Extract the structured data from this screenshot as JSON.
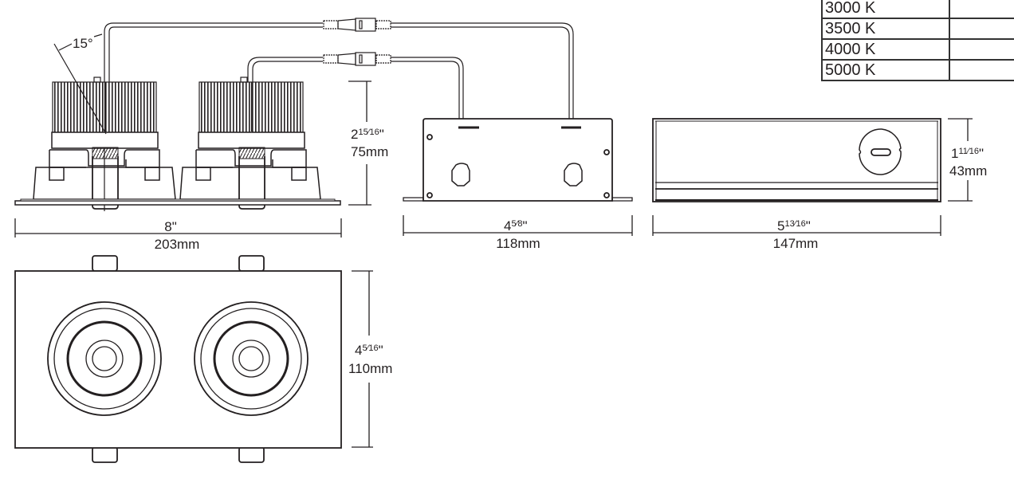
{
  "cct_table": {
    "rows": [
      {
        "cct": "3000 K",
        "value": ""
      },
      {
        "cct": "3500 K",
        "value": ""
      },
      {
        "cct": "4000 K",
        "value": ""
      },
      {
        "cct": "5000 K",
        "value": ""
      }
    ]
  },
  "tilt_angle": "15°",
  "fixture_side": {
    "height_in_whole": "2",
    "height_in_frac": "15⁄16",
    "height_in_unit": "\"",
    "height_mm": "75mm",
    "width_in": "8\"",
    "width_mm": "203mm"
  },
  "fixture_top": {
    "depth_in_whole": "4",
    "depth_in_frac": "5⁄16",
    "depth_in_unit": "\"",
    "depth_mm": "110mm"
  },
  "driver_front": {
    "width_in_whole": "4",
    "width_in_frac": "5⁄8",
    "width_in_unit": "\"",
    "width_mm": "118mm"
  },
  "driver_side": {
    "height_in_whole": "1",
    "height_in_frac": "11⁄16",
    "height_in_unit": "\"",
    "height_mm": "43mm",
    "width_in_whole": "5",
    "width_in_frac": "13⁄16",
    "width_in_unit": "\"",
    "width_mm": "147mm"
  },
  "colors": {
    "line": "#231f20"
  }
}
